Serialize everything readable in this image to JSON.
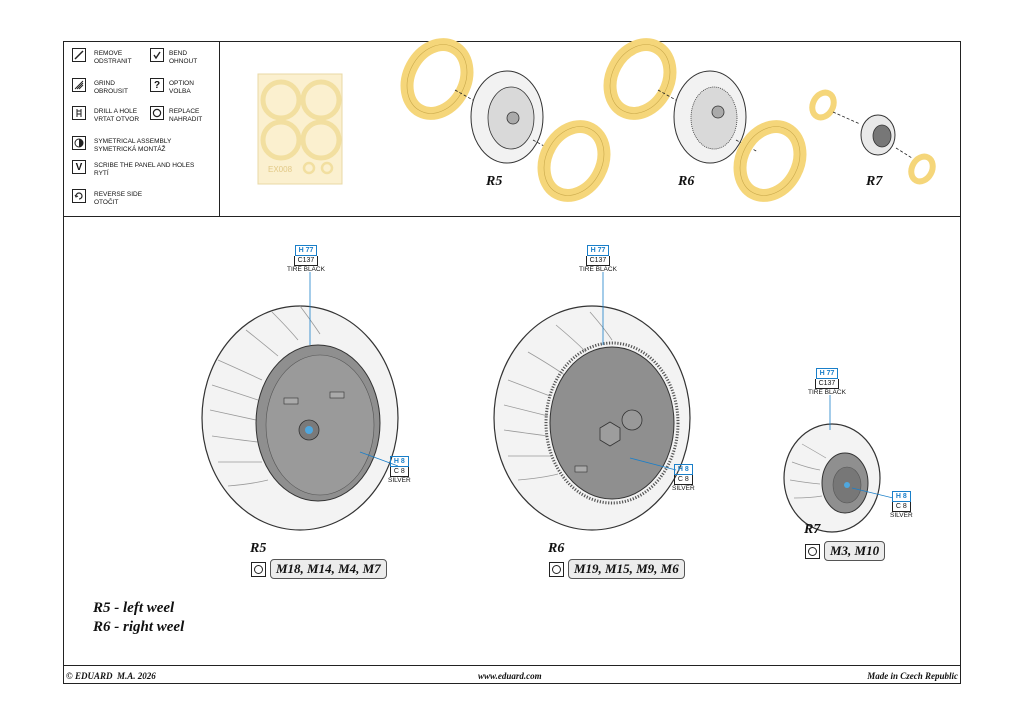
{
  "legend": {
    "remove": "REMOVE\nODSTRANIT",
    "bend": "BEND\nOHNOUT",
    "grind": "GRIND\nOBROUSIT",
    "option": "OPTION\nVOLBA",
    "drill": "DRILL A HOLE\nVRTAT OTVOR",
    "replace": "REPLACE\nNAHRADIT",
    "symmetrical": "SYMETRICAL ASSEMBLY\nSYMETRICKÁ MONTÁŽ",
    "scribe": "SCRIBE THE PANEL AND HOLES\nRYTÍ",
    "reverse": "REVERSE SIDE\nOTOČIT",
    "option_glyph": "?",
    "scribe_glyph": "V"
  },
  "mask_sheet_code": "EX008",
  "top_labels": {
    "r5": "R5",
    "r6": "R6",
    "r7": "R7"
  },
  "paint": {
    "h_tire": "H 77",
    "c_tire": "C137",
    "name_tire": "TIRE BLACK",
    "h_hub": "H 8",
    "c_hub": "C 8",
    "name_hub": "SILVER"
  },
  "parts": {
    "r5": {
      "label": "R5",
      "replaces": "M18, M14, M4, M7"
    },
    "r6": {
      "label": "R6",
      "replaces": "M19, M15, M9, M6"
    },
    "r7": {
      "label": "R7",
      "replaces": "M3, M10"
    }
  },
  "notes": {
    "r5": "R5 - left weel",
    "r6": "R6 - right weel"
  },
  "footer": {
    "copyright": "© EDUARD  M.A. 2026",
    "website": "www.eduard.com",
    "made_in": "Made in Czech Republic"
  },
  "colors": {
    "mask_yellow": "#f5d67a",
    "leader_blue": "#1a7fc9",
    "hub_gray": "#8f8f8f"
  }
}
